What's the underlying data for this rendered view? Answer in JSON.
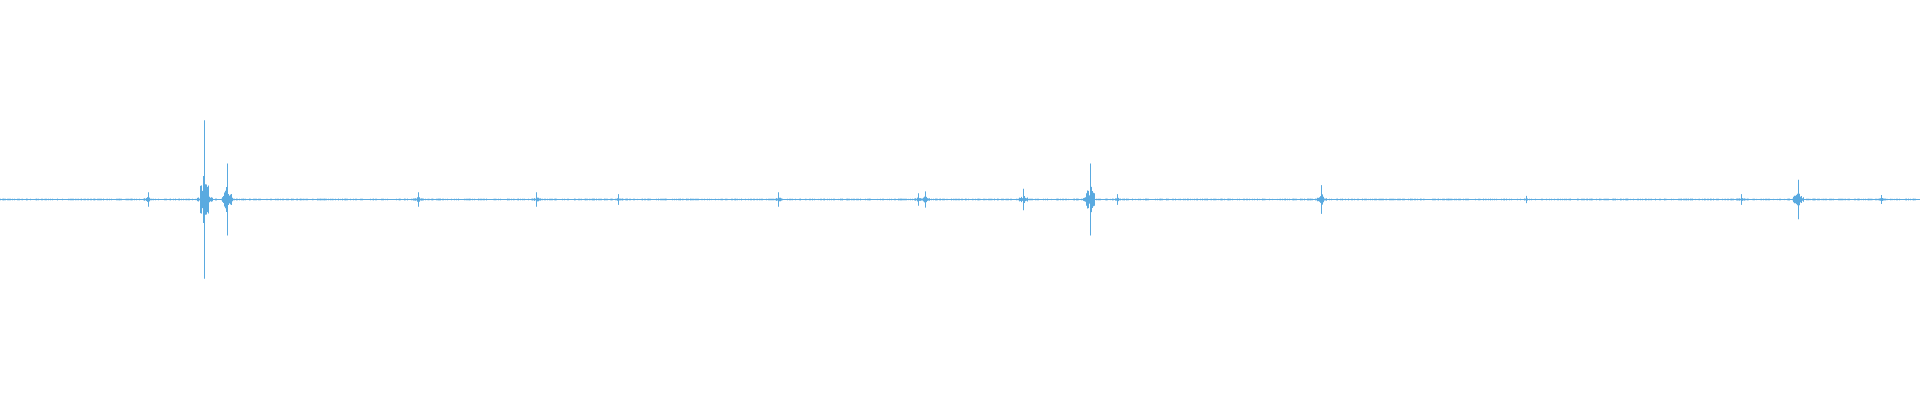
{
  "waveform": {
    "color": "#5aaae0",
    "peaks": [
      {
        "t": 0.077,
        "amp": 0.08
      },
      {
        "t": 0.1065,
        "amp": 0.88
      },
      {
        "t": 0.1045,
        "amp": 0.1
      },
      {
        "t": 0.108,
        "amp": 0.14
      },
      {
        "t": 0.118,
        "amp": 0.4
      },
      {
        "t": 0.1182,
        "amp": 0.22
      },
      {
        "t": 0.2175,
        "amp": 0.08
      },
      {
        "t": 0.279,
        "amp": 0.08
      },
      {
        "t": 0.322,
        "amp": 0.06
      },
      {
        "t": 0.405,
        "amp": 0.08
      },
      {
        "t": 0.478,
        "amp": 0.07
      },
      {
        "t": 0.482,
        "amp": 0.09
      },
      {
        "t": 0.533,
        "amp": 0.12
      },
      {
        "t": 0.5675,
        "amp": 0.4
      },
      {
        "t": 0.566,
        "amp": 0.1
      },
      {
        "t": 0.582,
        "amp": 0.06
      },
      {
        "t": 0.688,
        "amp": 0.16
      },
      {
        "t": 0.795,
        "amp": 0.04
      },
      {
        "t": 0.907,
        "amp": 0.06
      },
      {
        "t": 0.9365,
        "amp": 0.22
      },
      {
        "t": 0.9795,
        "amp": 0.05
      }
    ]
  }
}
